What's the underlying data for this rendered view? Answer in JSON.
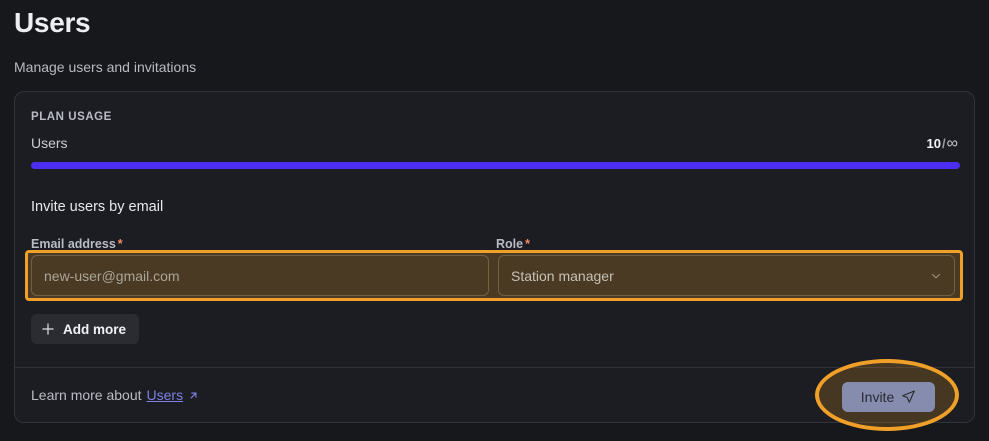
{
  "page": {
    "title": "Users",
    "subtitle": "Manage users and invitations"
  },
  "card": {
    "section_label": "PLAN USAGE",
    "usage": {
      "resource_label": "Users",
      "used": "10",
      "separator": "/",
      "limit": "∞",
      "progress_percent": 100
    },
    "invite": {
      "heading": "Invite users by email",
      "email_field": {
        "label": "Email address",
        "required_marker": "*",
        "value": "",
        "placeholder": "new-user@gmail.com"
      },
      "role_field": {
        "label": "Role",
        "required_marker": "*",
        "selected": "Station manager",
        "chevron_icon": "chevron-down-icon"
      },
      "add_more_label": "Add more",
      "add_more_icon": "plus-icon"
    },
    "footer": {
      "learn_more_prefix": "Learn more about",
      "learn_more_link": "Users",
      "external_icon": "external-link-icon",
      "invite_label": "Invite",
      "invite_icon": "send-icon"
    }
  },
  "colors": {
    "page_background": "#17181c",
    "card_background": "#1c1d22",
    "card_border": "#32343b",
    "progress_fill": "#4b2ef0",
    "progress_track": "#26272d",
    "annotation_orange": "#f0a028",
    "link_purple": "#7e80e4",
    "required_asterisk": "#f08a6a",
    "invite_button": "#858cad"
  }
}
